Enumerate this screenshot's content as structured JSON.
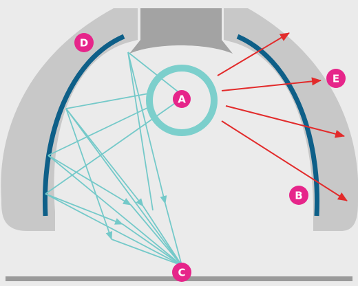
{
  "colors": {
    "background": "#ebebeb",
    "housing": "#c8c8c8",
    "housing_top": "#a3a3a3",
    "reflector": "#0e5f88",
    "source_ring": "#7ccfcc",
    "reflected_ray": "#74c9c9",
    "emitted_ray": "#e22b2b",
    "badge": "#e6258a",
    "floor": "#9a9a9a"
  },
  "labels": {
    "a": "A",
    "b": "B",
    "c": "C",
    "d": "D",
    "e": "E"
  }
}
